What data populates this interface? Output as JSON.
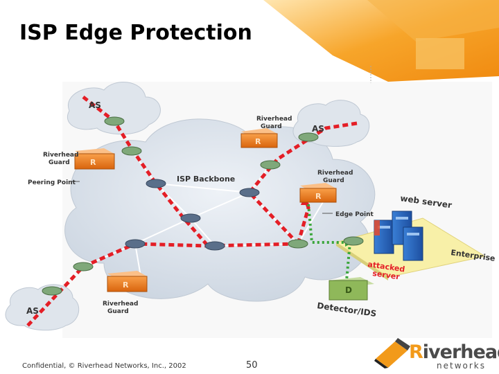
{
  "slide": {
    "title": "ISP Edge Protection",
    "footer_left": "Confidential, © Riverhead Networks, Inc., 2002",
    "page_number": "50"
  },
  "logo": {
    "name_first_letter": "R",
    "name_rest": "iverhead",
    "sub": "networks"
  },
  "diagram": {
    "as_top_left": "AS",
    "as_top_right": "AS",
    "as_bottom_left": "AS",
    "guard_top_center_1": "Riverhead",
    "guard_top_center_2": "Guard",
    "guard_left_1": "Riverhead",
    "guard_left_2": "Guard",
    "guard_right_1": "Riverhead",
    "guard_right_2": "Guard",
    "guard_bottom_1": "Riverhead",
    "guard_bottom_2": "Guard",
    "peering_point": "Peering Point",
    "isp_backbone": "ISP Backbone",
    "edge_point": "Edge Point",
    "web_server": "web server",
    "enterprise": "Enterprise",
    "attacked_1": "attacked",
    "attacked_2": "server",
    "detector": "Detector/IDS",
    "router_letter": "R",
    "detector_letter": "D"
  },
  "colors": {
    "attack_path": "#e41e26",
    "clean_path": "#3aa63a",
    "guard_orange": "#f07d1a",
    "cloud": "#d8e0ea",
    "accent_orange": "#f29a1a"
  }
}
